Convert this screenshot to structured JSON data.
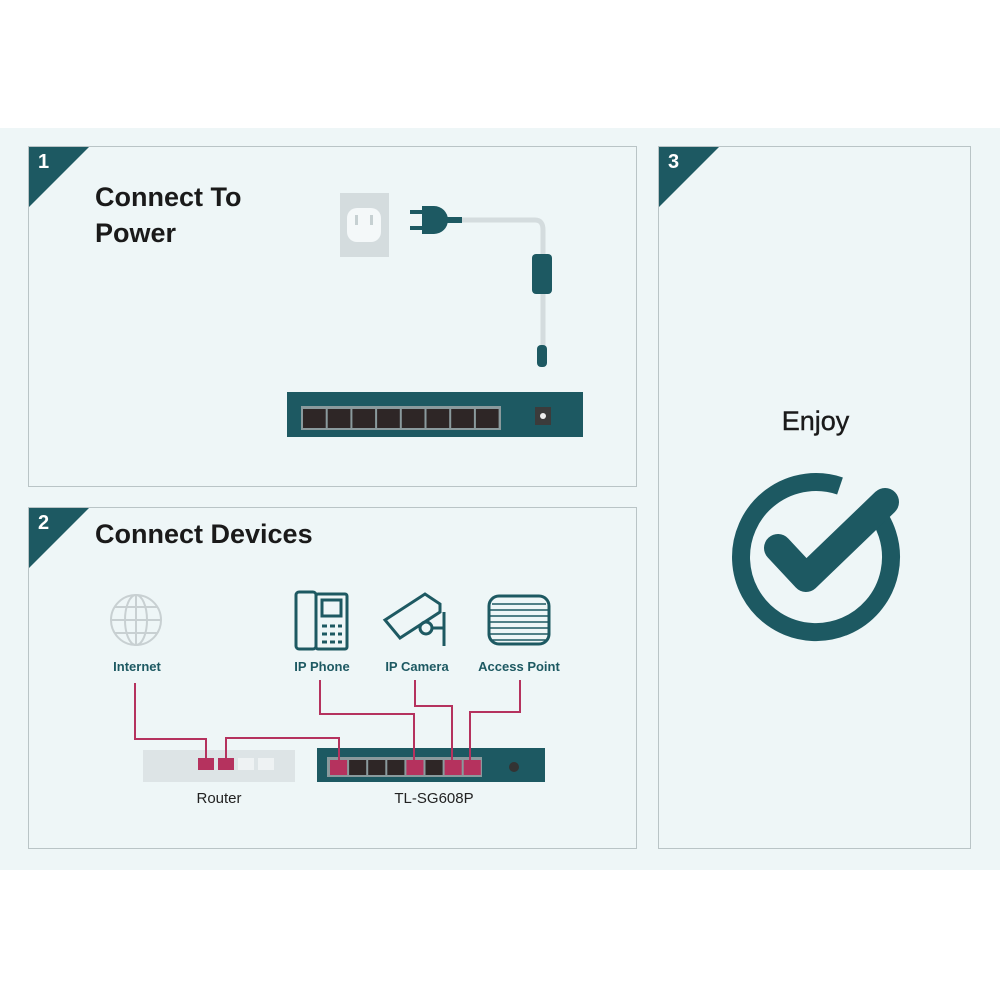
{
  "colors": {
    "accent": "#1d5962",
    "cable": "#b5325e",
    "background": "#eef6f7"
  },
  "steps": [
    {
      "number": "1",
      "title_line1": "Connect To",
      "title_line2": "Power"
    },
    {
      "number": "2",
      "title": "Connect Devices",
      "devices": {
        "internet": "Internet",
        "ip_phone": "IP Phone",
        "ip_camera": "IP Camera",
        "access_point": "Access Point"
      },
      "router_label": "Router",
      "switch_label": "TL-SG608P"
    },
    {
      "number": "3",
      "title": "Enjoy"
    }
  ]
}
